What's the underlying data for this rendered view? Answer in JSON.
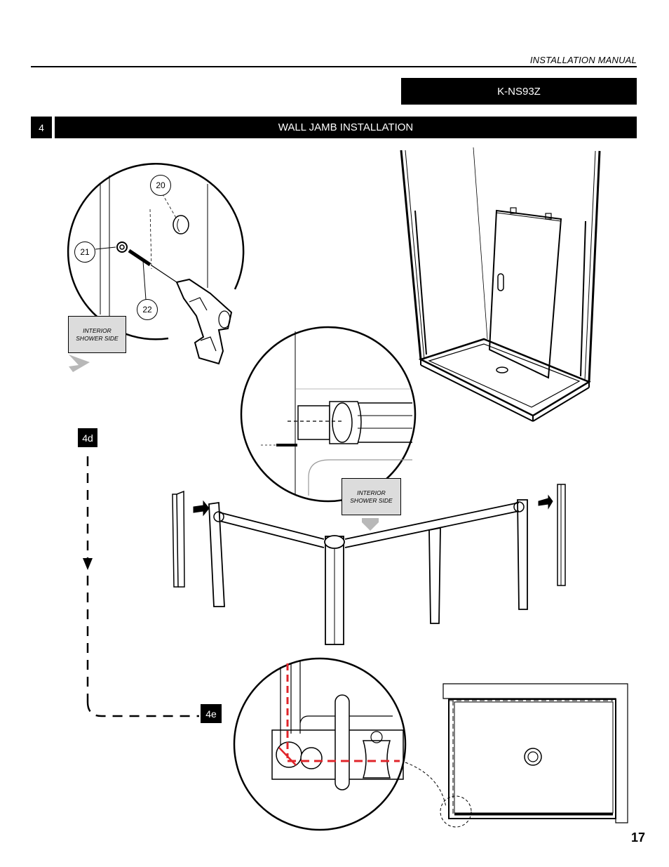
{
  "header": {
    "manual_label": "INSTALLATION MANUAL",
    "model": "K-NS93Z"
  },
  "step": {
    "number": "4",
    "title": "WALL JAMB INSTALLATION"
  },
  "substeps": {
    "d": "4d",
    "e": "4e"
  },
  "callouts": {
    "c20": "20",
    "c21": "21",
    "c22": "22"
  },
  "notes": {
    "interior_top": "INTERIOR\nSHOWER SIDE",
    "interior_mid": "INTERIOR\nSHOWER SIDE"
  },
  "page_number": "17",
  "colors": {
    "accent_dash": "#e0242a",
    "note_fill": "#dcdcdc",
    "bar_fill": "#000000"
  }
}
